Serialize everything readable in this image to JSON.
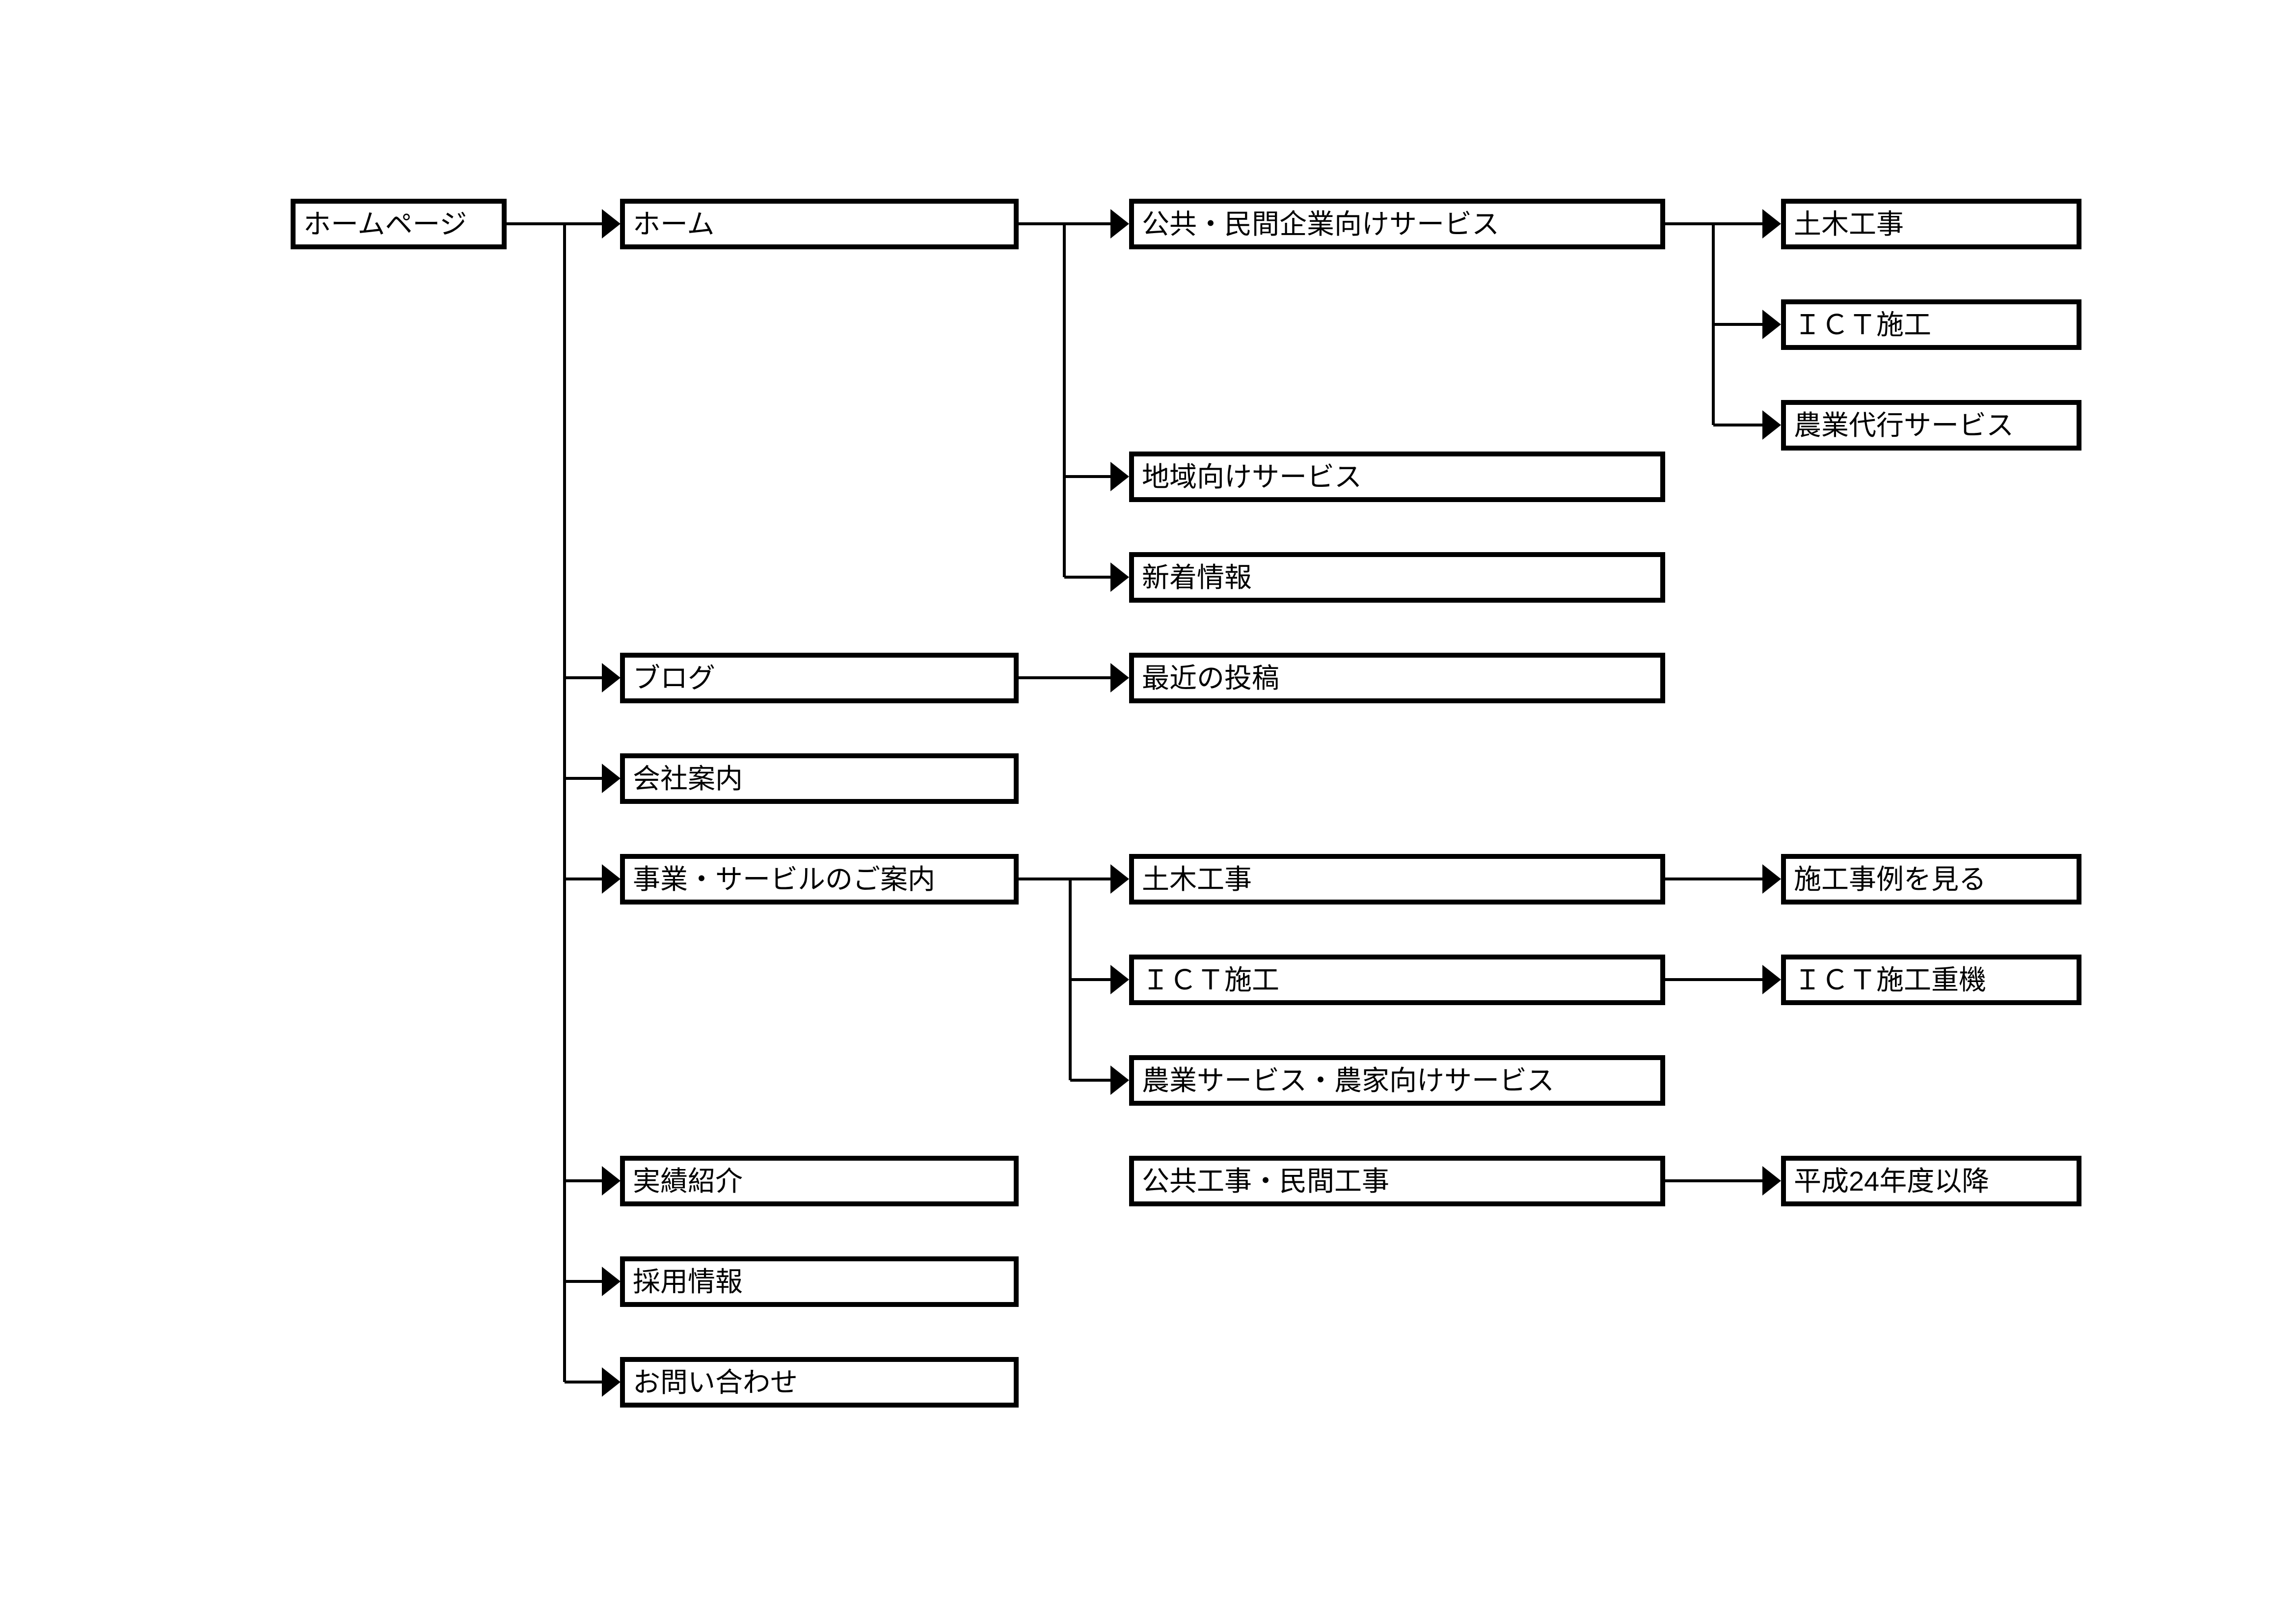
{
  "diagram_title": "",
  "colors": {
    "line": "#000000",
    "box_border": "#000000",
    "box_fill": "#ffffff",
    "background": "#ffffff",
    "text": "#000000"
  },
  "nodes": {
    "homepage": "ホームページ",
    "home": "ホーム",
    "public_private_services": "公共・民間企業向けサービス",
    "civil_work_top": "土木工事",
    "ict_construction_top": "ＩＣＴ施工",
    "agri_agency_service": "農業代行サービス",
    "regional_services": "地域向けサービス",
    "news": "新着情報",
    "blog": "ブログ",
    "recent_posts": "最近の投稿",
    "company_profile": "会社案内",
    "business_services_guide": "事業・サービルのご案内",
    "civil_work_mid": "土木工事",
    "view_case_studies": "施工事例を見る",
    "ict_construction_mid": "ＩＣＴ施工",
    "ict_heavy_machinery": "ＩＣＴ施工重機",
    "agri_farmer_services": "農業サービス・農家向けサービス",
    "achievements": "実績紹介",
    "public_private_works": "公共工事・民間工事",
    "from_heisei24": "平成24年度以降",
    "recruitment": "採用情報",
    "contact": "お問い合わせ"
  },
  "hierarchy_note": {
    "root": "homepage",
    "level1": [
      "home",
      "blog",
      "company_profile",
      "business_services_guide",
      "achievements",
      "recruitment",
      "contact"
    ],
    "home_children": [
      "public_private_services",
      "regional_services",
      "news"
    ],
    "public_private_services_children": [
      "civil_work_top",
      "ict_construction_top",
      "agri_agency_service"
    ],
    "blog_children": [
      "recent_posts"
    ],
    "business_services_guide_children": [
      "civil_work_mid",
      "ict_construction_mid",
      "agri_farmer_services"
    ],
    "civil_work_mid_children": [
      "view_case_studies"
    ],
    "ict_construction_mid_children": [
      "ict_heavy_machinery"
    ],
    "public_private_works_children": [
      "from_heisei24"
    ]
  }
}
